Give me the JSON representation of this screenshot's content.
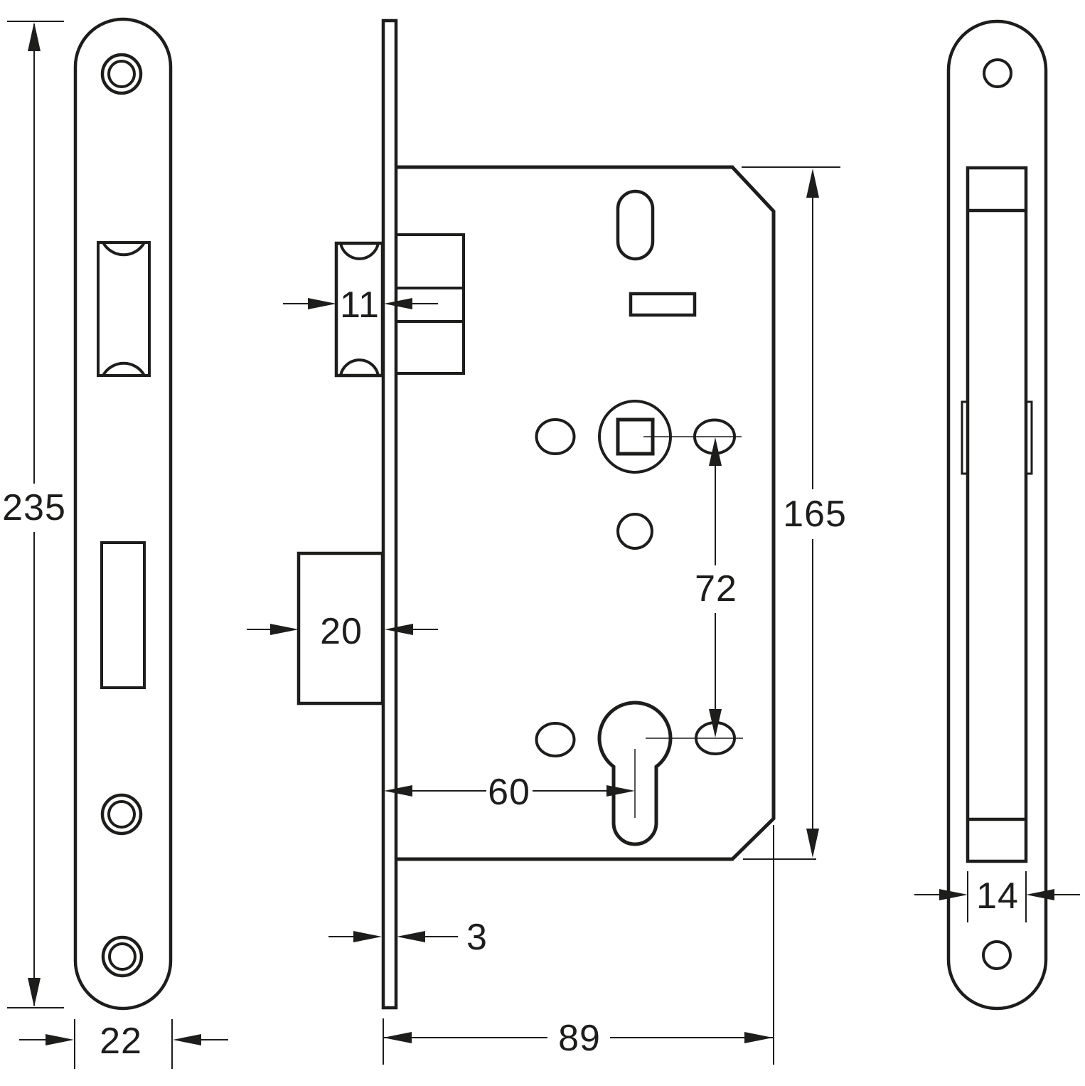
{
  "drawing": {
    "dimensions": {
      "faceplate_height": "235",
      "faceplate_width": "22",
      "latch_projection": "11",
      "deadbolt_projection": "20",
      "faceplate_thickness": "3",
      "backset": "60",
      "case_depth": "89",
      "handle_to_cylinder": "72",
      "case_height": "165",
      "channel_width": "14"
    }
  }
}
